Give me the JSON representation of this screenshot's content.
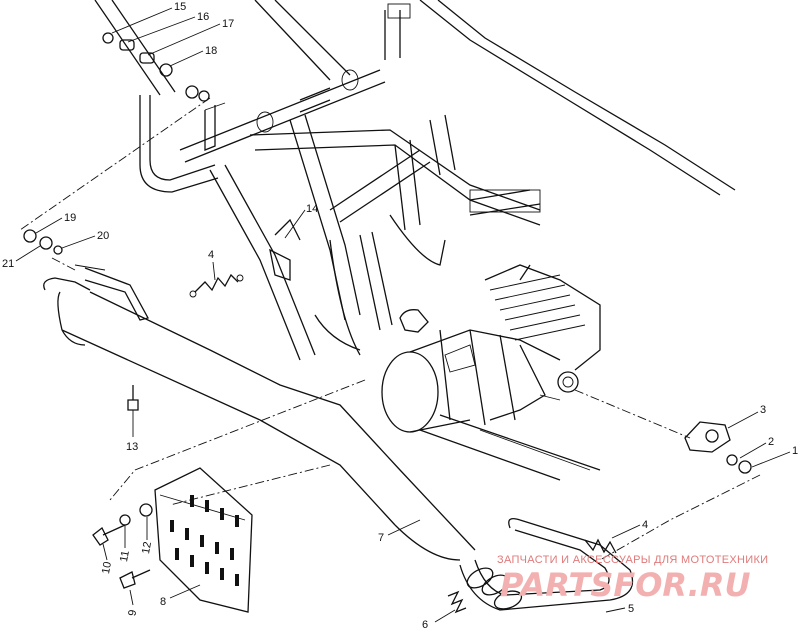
{
  "diagram": {
    "callouts": [
      "15",
      "16",
      "17",
      "18",
      "19",
      "20",
      "21",
      "14",
      "4",
      "13",
      "3",
      "2",
      "1",
      "7",
      "12",
      "11",
      "10",
      "9",
      "8",
      "4",
      "6",
      "5"
    ]
  },
  "watermark": {
    "caption": "ЗАПЧАСТИ И АКСЕССУАРЫ ДЛЯ МОТОТЕХНИКИ",
    "logo_text": "PARTSFOR.RU"
  }
}
